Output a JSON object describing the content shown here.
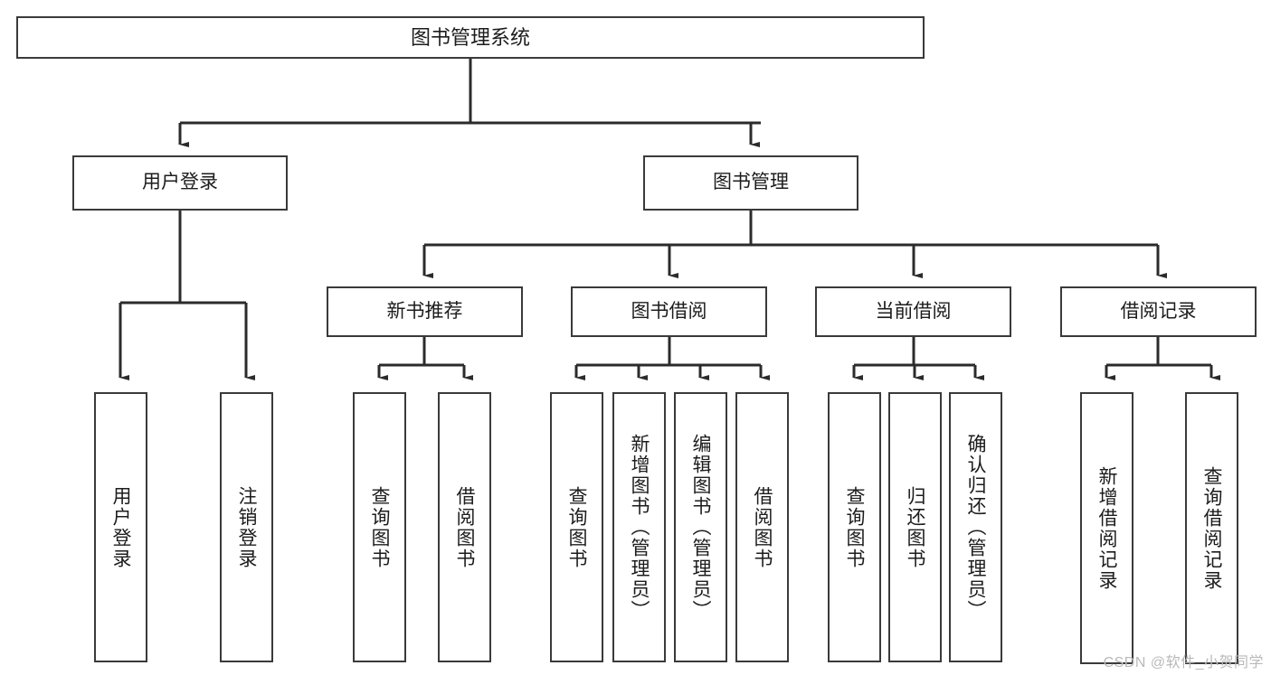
{
  "diagram": {
    "title": "图书管理系统",
    "type": "tree-hierarchy",
    "watermark": "CSDN @软件_小贺同学",
    "colors": {
      "box_border": "#3a3a3a",
      "box_fill": "#ffffff",
      "connector": "#2b2b2b",
      "text": "#1c1c1c",
      "watermark": "#b9b9b9",
      "background": "#ffffff"
    },
    "nodes": {
      "root": {
        "label": "图书管理系统"
      },
      "level1": [
        {
          "label": "用户登录"
        },
        {
          "label": "图书管理"
        }
      ],
      "level2": [
        {
          "label": "新书推荐"
        },
        {
          "label": "图书借阅"
        },
        {
          "label": "当前借阅"
        },
        {
          "label": "借阅记录"
        }
      ],
      "leaves": {
        "user_login": [
          {
            "label": "用户登录"
          },
          {
            "label": "注销登录"
          }
        ],
        "new_book_recommend": [
          {
            "label": "查询图书"
          },
          {
            "label": "借阅图书"
          }
        ],
        "book_borrow": [
          {
            "label": "查询图书"
          },
          {
            "label": "新增图书（管理员）"
          },
          {
            "label": "编辑图书（管理员）"
          },
          {
            "label": "借阅图书"
          }
        ],
        "current_borrow": [
          {
            "label": "查询图书"
          },
          {
            "label": "归还图书"
          },
          {
            "label": "确认归还（管理员）"
          }
        ],
        "borrow_record": [
          {
            "label": "新增借阅记录"
          },
          {
            "label": "查询借阅记录"
          }
        ]
      }
    }
  }
}
